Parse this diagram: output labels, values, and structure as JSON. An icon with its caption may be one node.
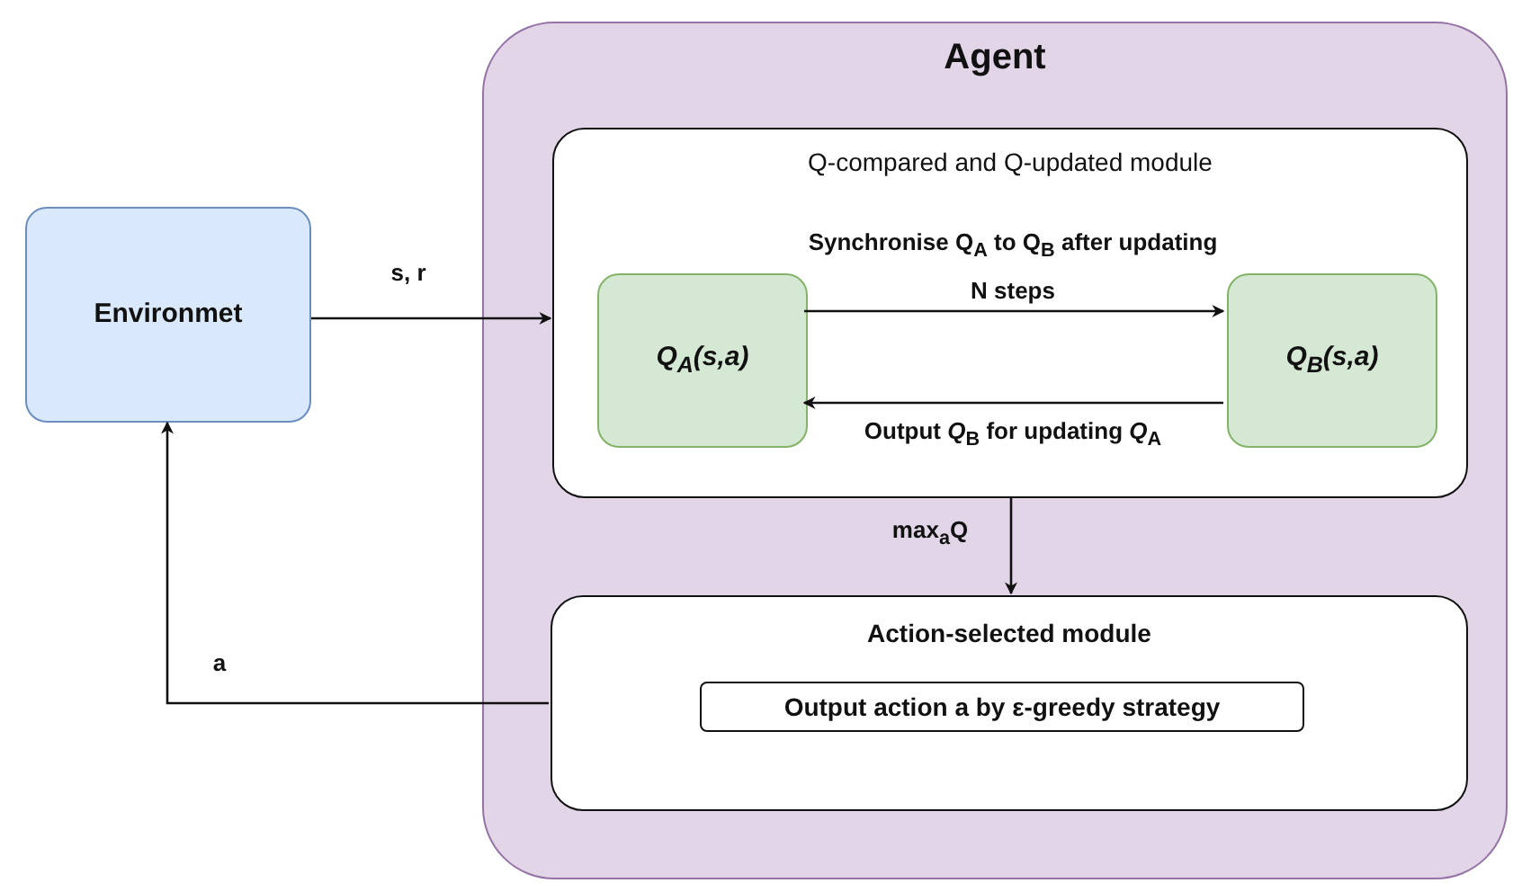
{
  "diagram": {
    "nodes": [
      {
        "text": [
          "Environmet"
        ]
      },
      {
        "text": [
          "Agent"
        ]
      },
      {
        "text": [
          "Q-compared and Q-updated module"
        ],
        "in": 1
      },
      {
        "text": [
          "Q$_{A}$(s,a)"
        ],
        "in": 2
      },
      {
        "text": [
          "Q$_{B}$(s,a)"
        ],
        "in": 2
      },
      {
        "text": [
          "Action-selected module"
        ],
        "in": 1
      },
      {
        "text": [
          "Output action a by ε-greedy strategy"
        ],
        "in": 5
      }
    ],
    "edges": [
      {
        "from": 0,
        "to": 2,
        "arrow": "to",
        "label": "s, r"
      },
      {
        "from": 3,
        "to": 4,
        "arrow": "to",
        "label": "Synchronise Q$_{A}$ to Q$_{B}$ after updating N steps"
      },
      {
        "from": 4,
        "to": 3,
        "arrow": "to",
        "label": "Output *Q*$_{B}$ for updating *Q*$_{A}$"
      },
      {
        "from": 2,
        "to": 5,
        "arrow": "to",
        "label": "max$_{a}$Q"
      },
      {
        "from": 5,
        "to": 0,
        "arrow": "to",
        "label": "a"
      }
    ]
  }
}
